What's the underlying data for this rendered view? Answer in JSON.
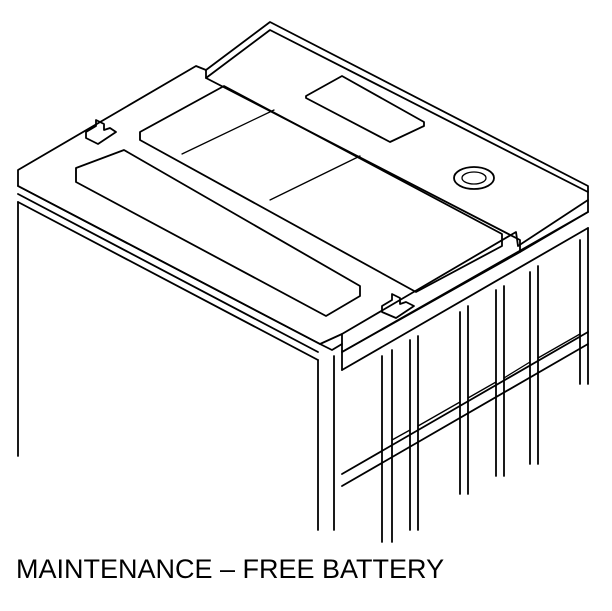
{
  "figure": {
    "caption": "MAINTENANCE – FREE BATTERY"
  },
  "parts": {
    "battery_case": "battery-case",
    "lid": "battery-lid",
    "vent_cap": "vent-cap",
    "hold_down_notches": "hold-down-notch"
  },
  "colors": {
    "line": "#000000",
    "background": "#ffffff"
  }
}
